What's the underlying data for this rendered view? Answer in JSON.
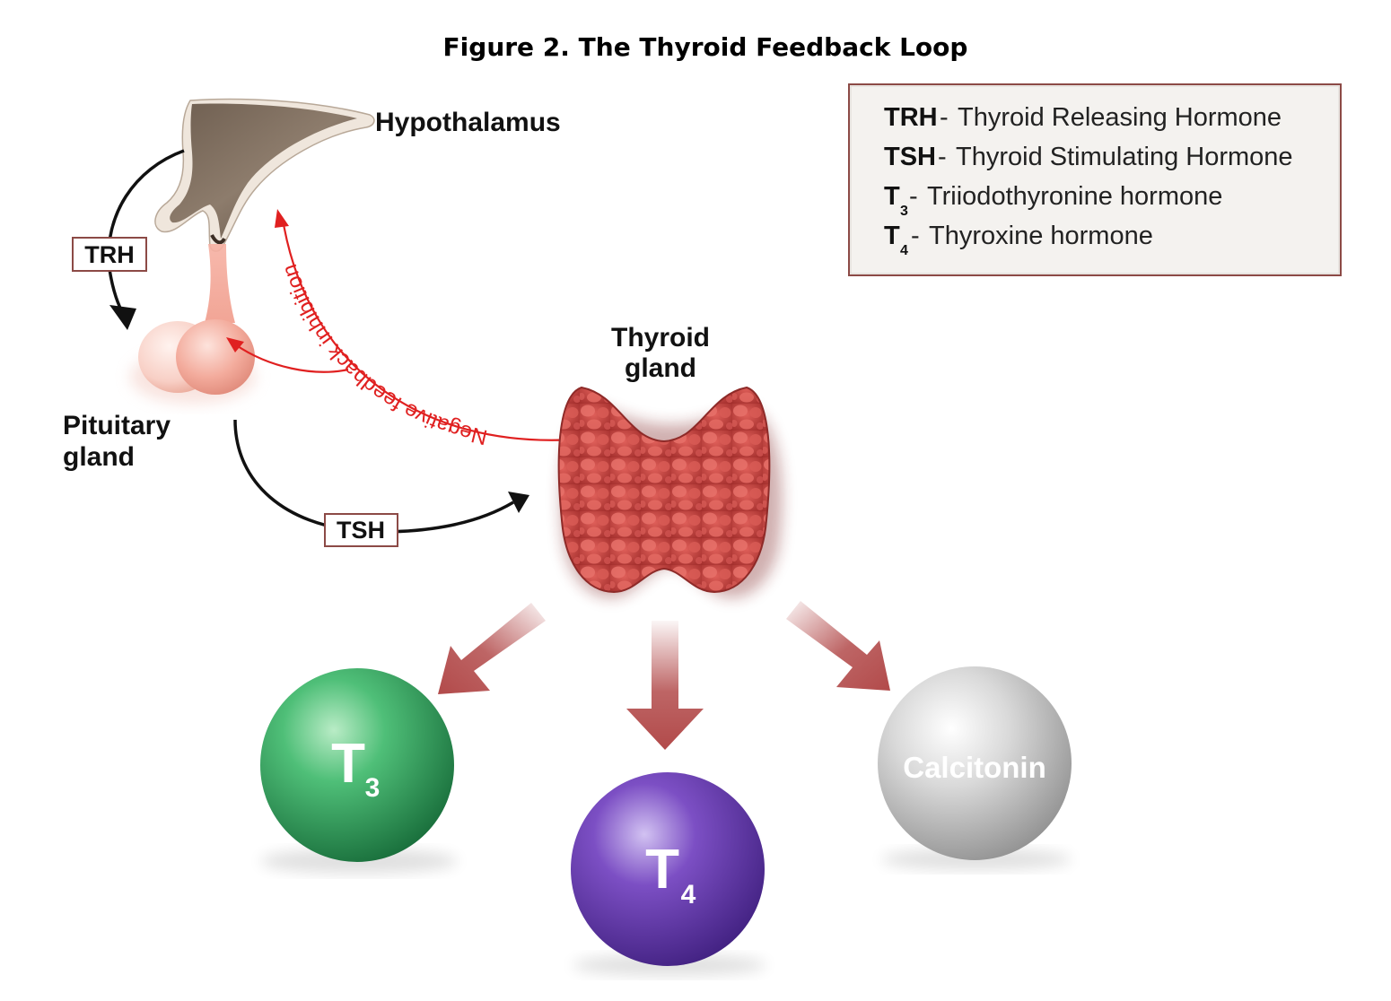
{
  "title": "Figure 2. The Thyroid Feedback Loop",
  "labels": {
    "hypothalamus": "Hypothalamus",
    "pituitary_line1": "Pituitary",
    "pituitary_line2": "gland",
    "thyroid_line1": "Thyroid",
    "thyroid_line2": "gland",
    "trh_box": "TRH",
    "tsh_box": "TSH",
    "negative_feedback": "Negative feedback inhibition"
  },
  "legend": [
    {
      "abbr": "TRH",
      "sub": "",
      "sep": " - ",
      "definition": "Thyroid Releasing Hormone"
    },
    {
      "abbr": "TSH",
      "sub": "",
      "sep": " - ",
      "definition": "Thyroid Stimulating Hormone"
    },
    {
      "abbr": "T",
      "sub": "3",
      "sep": " - ",
      "definition": "Triiodothyronine hormone"
    },
    {
      "abbr": "T",
      "sub": "4",
      "sep": " - ",
      "definition": "Thyroxine hormone"
    }
  ],
  "hormones": [
    {
      "main": "T",
      "sub": "3",
      "color": "#2f9a57"
    },
    {
      "main": "T",
      "sub": "4",
      "color": "#6a3fb0"
    },
    {
      "main": "Calcitonin",
      "sub": "",
      "color": "#cfcfcf"
    }
  ],
  "colors": {
    "feedback": "#e02020",
    "arrow": "#b24a4a",
    "thyroid": "#c8423f",
    "pituitary": "#f2a798",
    "hypothalamus": "#8a7868"
  }
}
